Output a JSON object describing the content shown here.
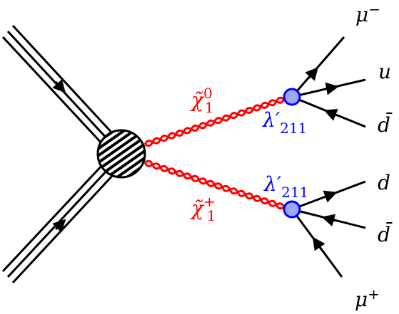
{
  "diagram": {
    "labels": {
      "neutralino": {
        "base": "χ̃",
        "sup": "0",
        "sub": "1"
      },
      "chargino": {
        "base": "χ̃",
        "sup": "+",
        "sub": "1"
      },
      "coupling_top": {
        "base": "λ′",
        "sub": "211"
      },
      "coupling_bottom": {
        "base": "λ′",
        "sub": "211"
      },
      "mu_minus": {
        "base": "μ",
        "sup": "−"
      },
      "u": {
        "base": "u"
      },
      "dbar_top": {
        "base": "d̄"
      },
      "d": {
        "base": "d"
      },
      "dbar_bottom": {
        "base": "d̄"
      },
      "mu_plus": {
        "base": "μ",
        "sup": "+"
      }
    },
    "colors": {
      "sparticle": "#ff0000",
      "vertex_fill": "#9aa8ff",
      "vertex_stroke": "#0000ff",
      "coupling": "#0000ff",
      "line": "#000000"
    }
  }
}
